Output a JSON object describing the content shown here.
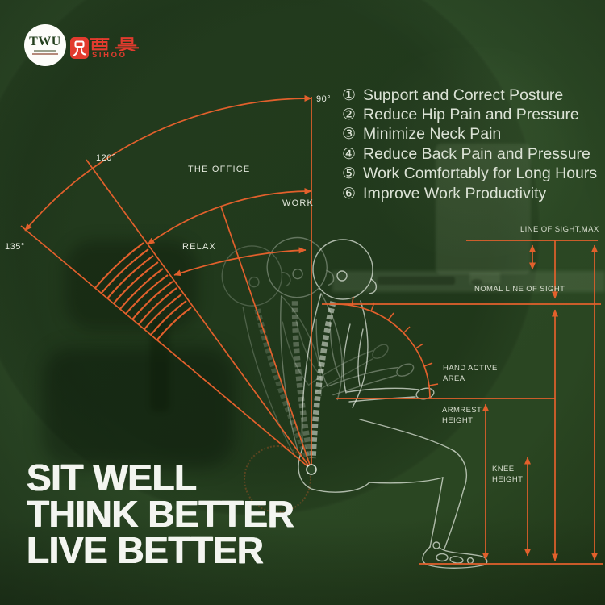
{
  "brand": {
    "twu": "TWU",
    "sihoo_cn": "西昊",
    "sihoo_en": "SIHOO"
  },
  "benefits": {
    "items": [
      {
        "num": "①",
        "text": "Support and Correct Posture"
      },
      {
        "num": "②",
        "text": "Reduce Hip Pain and Pressure"
      },
      {
        "num": "③",
        "text": "Minimize Neck Pain"
      },
      {
        "num": "④",
        "text": "Reduce Back Pain and Pressure"
      },
      {
        "num": "⑤",
        "text": "Work Comfortably for Long Hours"
      },
      {
        "num": "⑥",
        "text": "Improve Work Productivity"
      }
    ]
  },
  "diagram": {
    "angle_90": "90°",
    "angle_120": "120°",
    "angle_135": "135°",
    "zone_office": "THE OFFICE",
    "zone_work": "WORK",
    "zone_relax": "RELAX"
  },
  "measurements": {
    "line_of_sight_max": "LINE OF SIGHT,MAX",
    "normal_line_of_sight": "NOMAL LINE OF SIGHT",
    "hand_active_area": "HAND ACTIVE AREA",
    "armrest_height": "ARMREST HEIGHT",
    "knee_height": "KNEE HEIGHT"
  },
  "headline": {
    "line1": "SIT WELL",
    "line2": "THINK BETTER",
    "line3": "LIVE BETTER"
  },
  "colors": {
    "accent_orange": "#E2602C",
    "brand_red": "#E23B2E",
    "background_green": "#2C4926"
  }
}
